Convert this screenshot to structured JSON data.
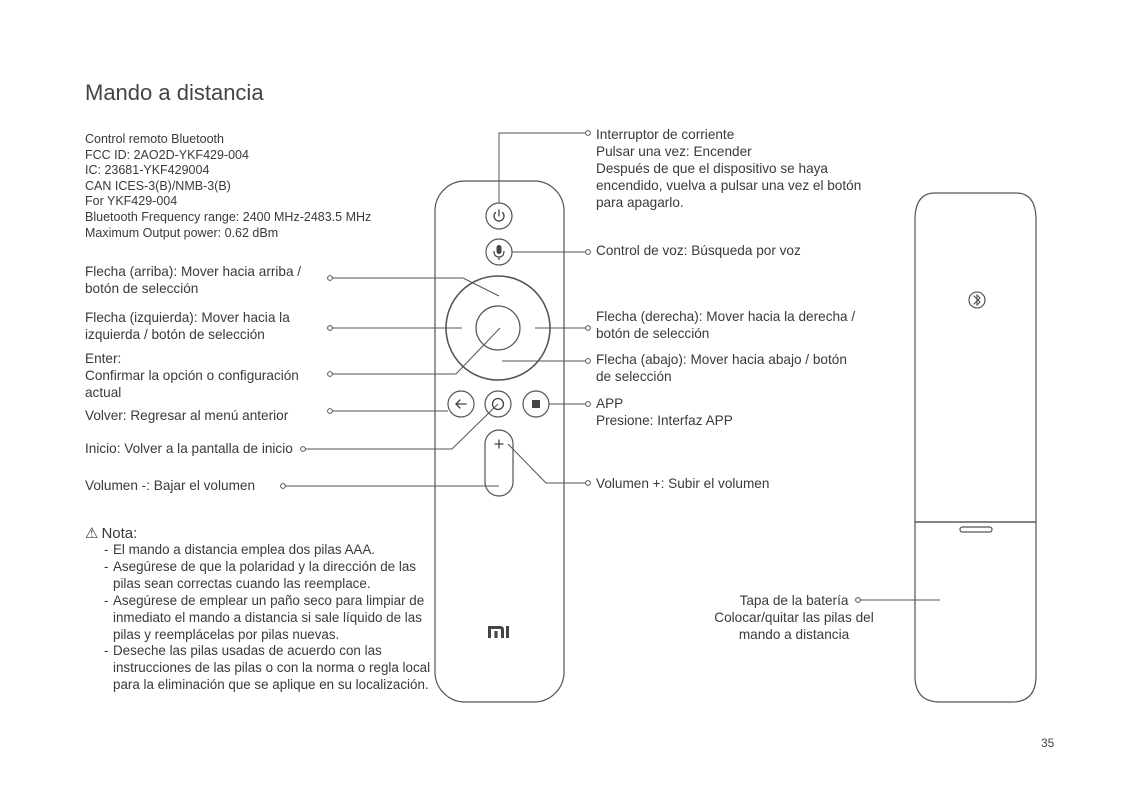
{
  "page": {
    "title": "Mando a distancia",
    "page_number": "35"
  },
  "specs": [
    "Control remoto Bluetooth",
    "FCC ID: 2AO2D-YKF429-004",
    "IC: 23681-YKF429004",
    "CAN ICES-3(B)/NMB-3(B)",
    "For YKF429-004",
    "Bluetooth Frequency range: 2400 MHz-2483.5 MHz",
    "Maximum Output power: 0.62 dBm"
  ],
  "left_labels": {
    "up": [
      "Flecha (arriba): Mover hacia arriba /",
      "botón de selección"
    ],
    "left": [
      "Flecha (izquierda): Mover hacia la",
      "izquierda / botón de selección"
    ],
    "enter": [
      "Enter:",
      "Confirmar la opción o configuración",
      "actual"
    ],
    "back": [
      "Volver: Regresar al menú anterior"
    ],
    "home": [
      "Inicio: Volver a la pantalla de inicio"
    ],
    "vol_down": [
      "Volumen -: Bajar el volumen"
    ]
  },
  "right_labels": {
    "power": [
      "Interruptor de corriente",
      "Pulsar una vez: Encender",
      "Después de que el dispositivo se haya",
      "encendido, vuelva a pulsar una vez el botón",
      "para apagarlo."
    ],
    "voice": [
      "Control de voz: Búsqueda por voz"
    ],
    "right": [
      "Flecha (derecha): Mover hacia la derecha /",
      "botón de selección"
    ],
    "down": [
      "Flecha (abajo): Mover hacia abajo / botón",
      "de selección"
    ],
    "app": [
      "APP",
      "Presione: Interfaz APP"
    ],
    "vol_up": [
      "Volumen +: Subir el volumen"
    ]
  },
  "battery_labels": [
    "Tapa de la batería",
    "Colocar/quitar las pilas del",
    "mando a distancia"
  ],
  "note": {
    "title": "Nota:",
    "items": [
      "El mando a distancia emplea dos pilas AAA.",
      "Asegúrese de que la polaridad y la dirección de las pilas sean correctas cuando las reemplace.",
      "Asegúrese de emplear un paño seco para limpiar de inmediato el mando a distancia si sale líquido de las pilas y reemplácelas por pilas nuevas.",
      "Deseche las pilas usadas de acuerdo con las instrucciones de las pilas o con la norma o regla local para la eliminación que se aplique en su localización."
    ]
  },
  "icons": {
    "warning": "warning-triangle-icon",
    "power": "power-icon",
    "mic": "microphone-icon",
    "back": "back-arrow-icon",
    "home": "home-circle-icon",
    "app": "app-icon",
    "plus": "plus-icon",
    "bluetooth": "bluetooth-icon",
    "logo": "mi-logo"
  },
  "remote_logo": "MI"
}
